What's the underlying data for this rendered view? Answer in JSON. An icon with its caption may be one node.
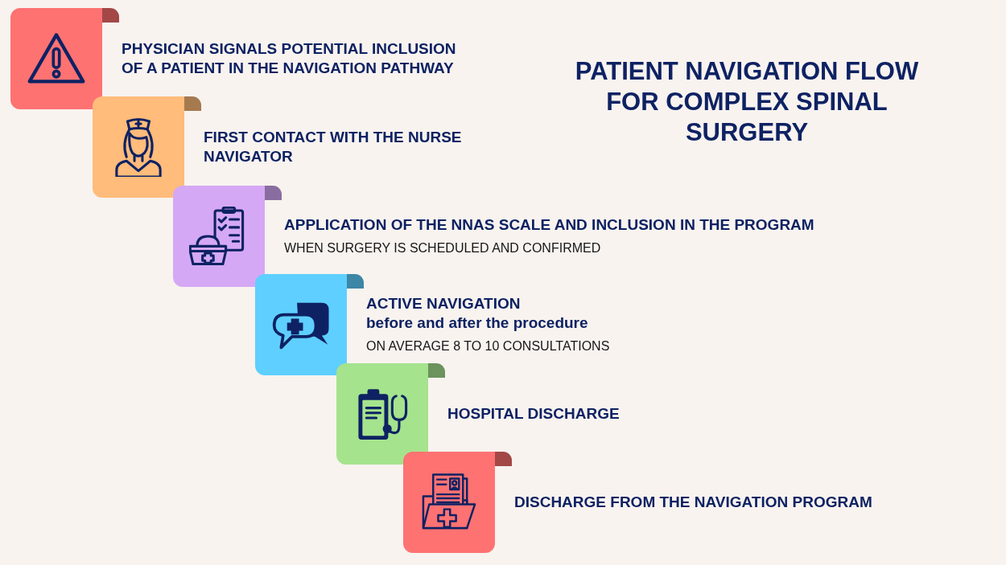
{
  "diagram": {
    "title": "PATIENT NAVIGATION FLOW FOR COMPLEX SPINAL SURGERY",
    "nodes": [
      {
        "text": [
          "PHYSICIAN SIGNALS POTENTIAL INCLUSION OF A PATIENT IN THE NAVIGATION PATHWAY"
        ]
      },
      {
        "text": [
          "FIRST CONTACT WITH THE NURSE NAVIGATOR"
        ]
      },
      {
        "text": [
          "APPLICATION OF THE NNAS SCALE AND INCLUSION IN THE PROGRAM",
          "WHEN SURGERY IS SCHEDULED AND CONFIRMED"
        ]
      },
      {
        "text": [
          "ACTIVE NAVIGATION",
          "before and after the procedure",
          "ON AVERAGE 8 TO 10 CONSULTATIONS"
        ]
      },
      {
        "text": [
          "HOSPITAL DISCHARGE"
        ]
      },
      {
        "text": [
          "DISCHARGE FROM THE NAVIGATION PROGRAM"
        ]
      }
    ]
  }
}
